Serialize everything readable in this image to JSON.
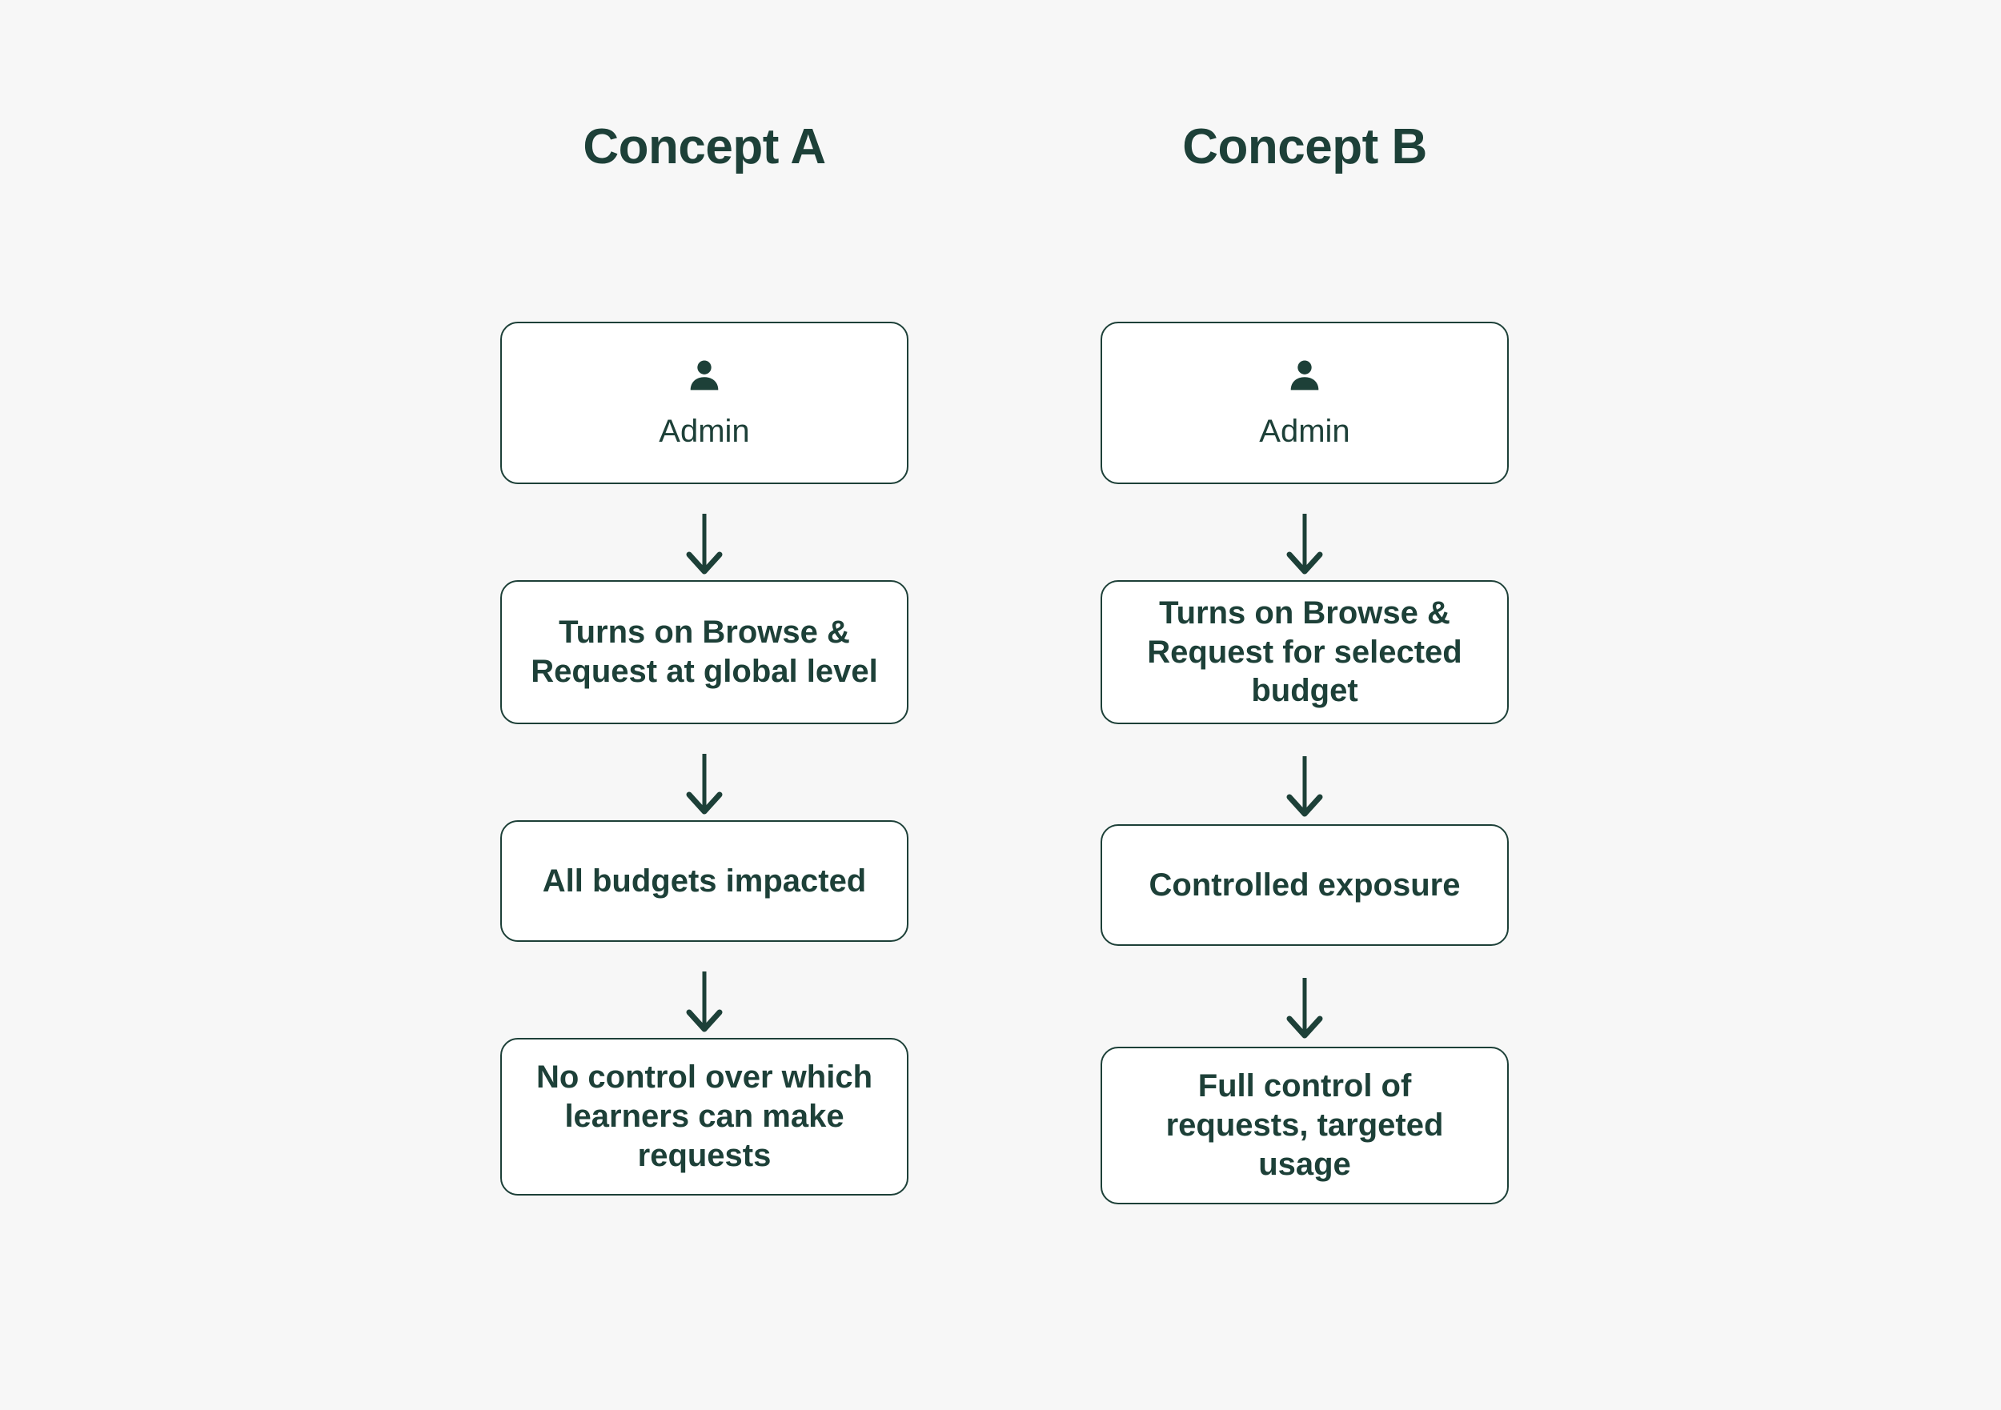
{
  "canvas": {
    "background_color": "#f7f7f7",
    "accent_color": "#1d4038",
    "node_fill_color": "#ffffff"
  },
  "columns": [
    {
      "title": "Concept A",
      "nodes": [
        {
          "icon": "person-icon",
          "label": "Admin",
          "style": "role"
        },
        {
          "icon": null,
          "label": "Turns on Browse & Request at global level",
          "style": "step"
        },
        {
          "icon": null,
          "label": "All budgets impacted",
          "style": "step"
        },
        {
          "icon": null,
          "label": "No control over which learners can make requests",
          "style": "step"
        }
      ],
      "connectors": [
        "down-arrow",
        "down-arrow",
        "down-arrow"
      ]
    },
    {
      "title": "Concept B",
      "nodes": [
        {
          "icon": "person-icon",
          "label": "Admin",
          "style": "role"
        },
        {
          "icon": null,
          "label": "Turns on Browse & Request for selected budget",
          "style": "step"
        },
        {
          "icon": null,
          "label": "Controlled exposure",
          "style": "step"
        },
        {
          "icon": null,
          "label": "Full control of requests, targeted usage",
          "style": "step"
        }
      ],
      "connectors": [
        "down-arrow",
        "down-arrow",
        "down-arrow"
      ]
    }
  ]
}
